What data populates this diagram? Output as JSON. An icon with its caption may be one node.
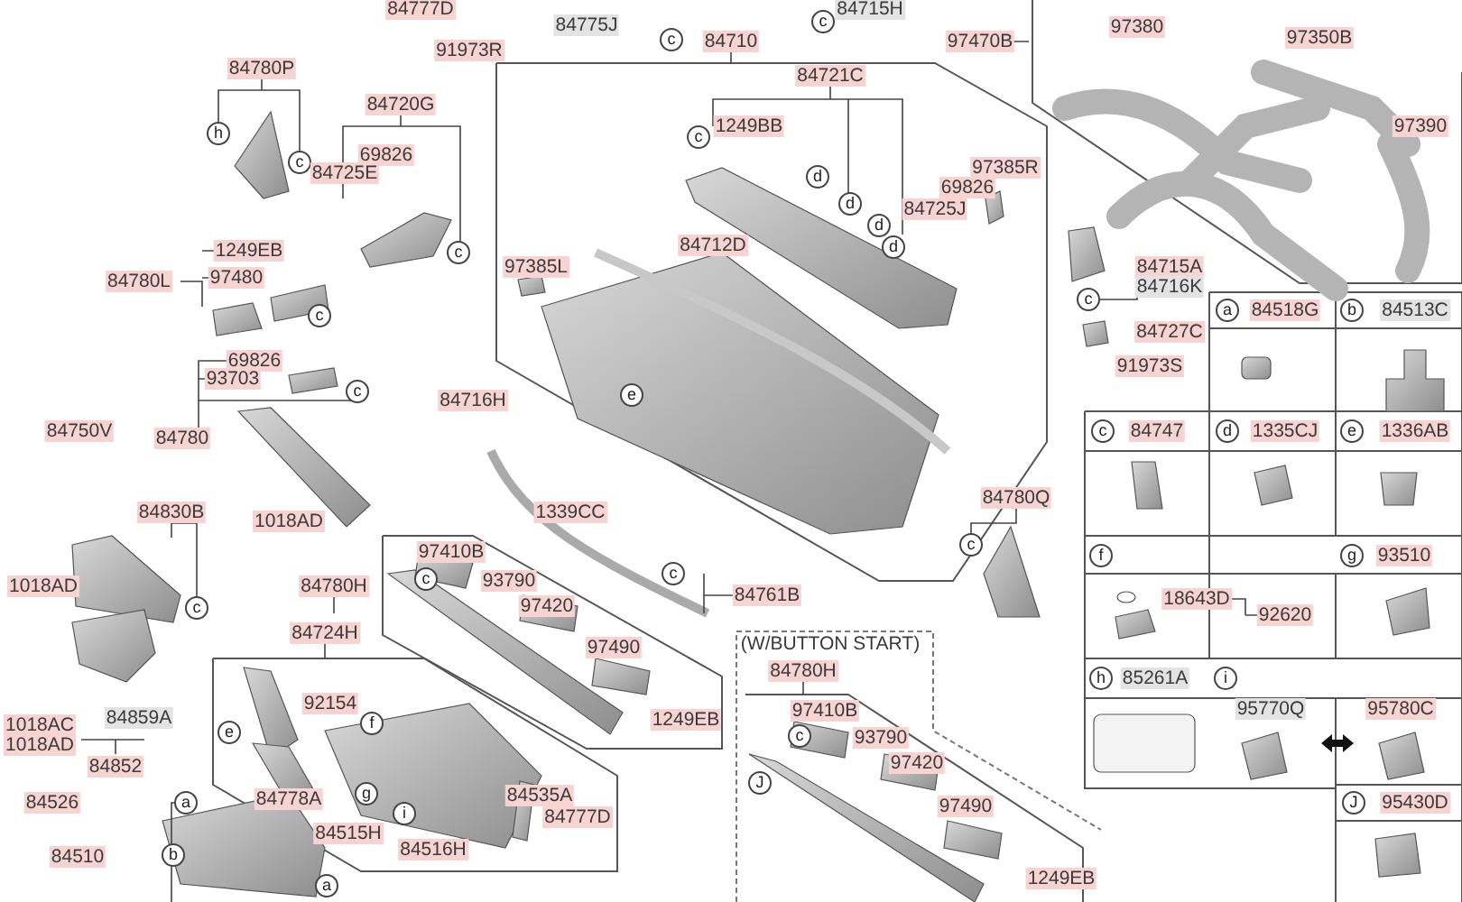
{
  "diagram": {
    "labels": [
      "84777D",
      "84775J",
      "c",
      "84715H",
      "c",
      "97380",
      "97350B",
      "84710",
      "97470B",
      "91973R",
      "84780P",
      "84721C",
      "84720G",
      "1249BB",
      "97390",
      "h",
      "c",
      "69826",
      "c",
      "97385R",
      "84725E",
      "d",
      "69826",
      "d",
      "84725J",
      "d",
      "84712D",
      "d",
      "1249EB",
      "c",
      "97385L",
      "84715A",
      "97480",
      "84780L",
      "84716K",
      "c",
      "a",
      "84518G",
      "b",
      "84513C",
      "c",
      "84727C",
      "69826",
      "91973S",
      "93703",
      "c",
      "e",
      "84716H",
      "84750V",
      "c",
      "84747",
      "d",
      "1335CJ",
      "e",
      "1336AB",
      "84780",
      "84780Q",
      "1339CC",
      "84830B",
      "1018AD",
      "c",
      "97410B",
      "f",
      "g",
      "93510",
      "c",
      "c",
      "93790",
      "84780H",
      "1018AD",
      "84761B",
      "18643D",
      "97420",
      "c",
      "92620",
      "84724H",
      "(W/BUTTON START)",
      "97490",
      "84780H",
      "h",
      "85261A",
      "i",
      "92154",
      "95770Q",
      "95780C",
      "97410B",
      "1249EB",
      "84859A",
      "f",
      "1018AC",
      "e",
      "c",
      "93790",
      "1018AD",
      "97420",
      "84852",
      "J",
      "g",
      "84535A",
      "84778A",
      "J",
      "95430D",
      "84526",
      "a",
      "97490",
      "i",
      "84777D",
      "84515H",
      "84516H",
      "b",
      "84510",
      "1249EB",
      "a"
    ]
  }
}
